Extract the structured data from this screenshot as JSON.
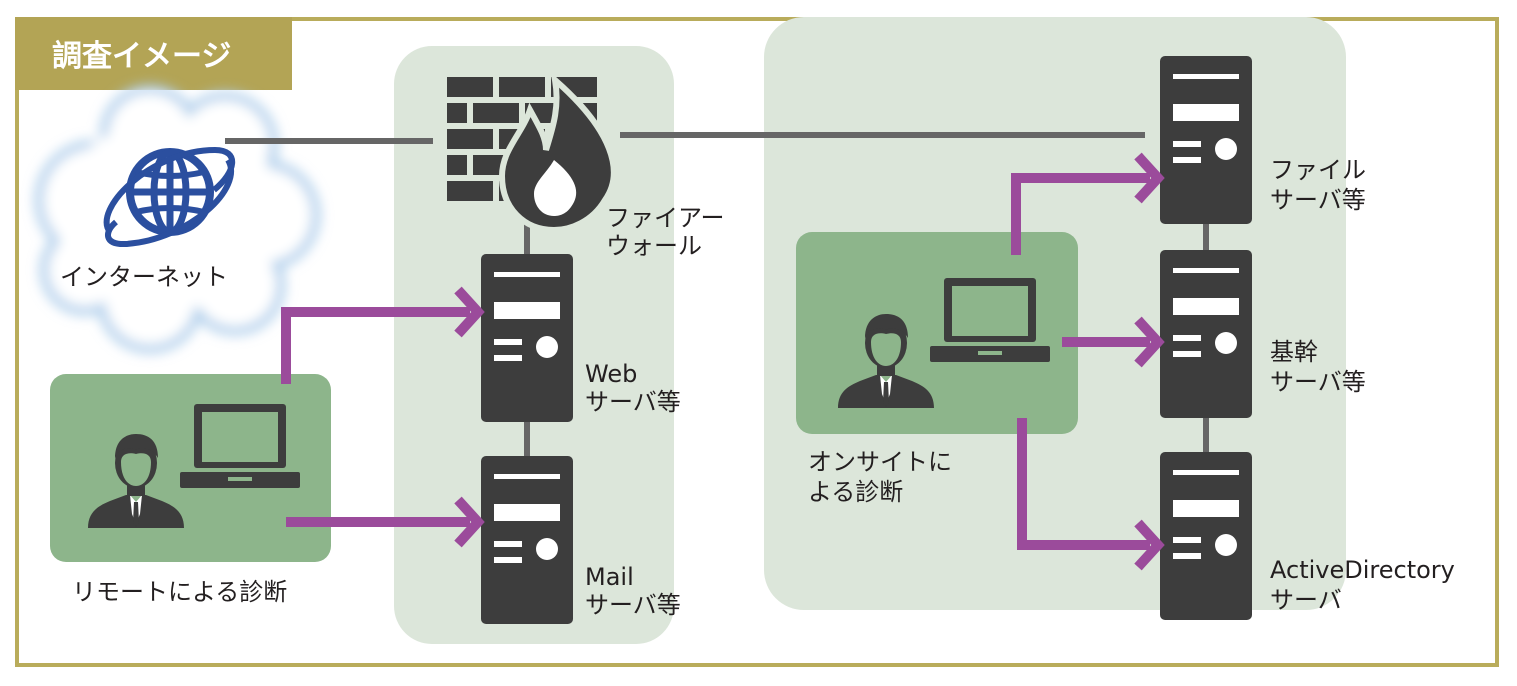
{
  "title": "調査イメージ",
  "nodes": {
    "internet": "インターネット",
    "firewall": [
      "ファイアー",
      "ウォール"
    ],
    "web_server": [
      "Web",
      "サーバ等"
    ],
    "mail_server": [
      "Mail",
      "サーバ等"
    ],
    "remote": "リモートによる診断",
    "onsite": [
      "オンサイトに",
      "よる診断"
    ],
    "file_server": [
      "ファイル",
      "サーバ等"
    ],
    "core_server": [
      "基幹",
      "サーバ等"
    ],
    "ad_server": [
      "ActiveDirectory",
      "サーバ"
    ]
  },
  "colors": {
    "frame": "#b9ac5b",
    "title_bg": "#b3a455",
    "zone": "#dce6da",
    "person_box": "#8db58b",
    "arrow": "#9b4b9b",
    "device": "#3d3d3d",
    "line": "#666666",
    "globe": "#2b4f9f"
  }
}
